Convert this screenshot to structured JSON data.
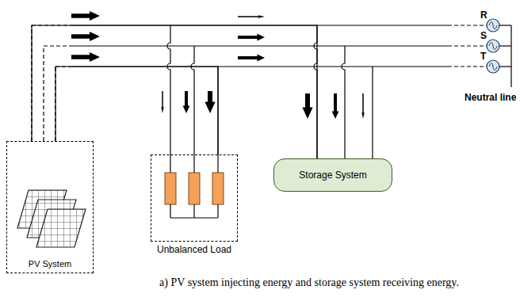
{
  "diagram": {
    "caption": "a) PV system injecting energy and storage system receiving energy.",
    "nodes": [
      {
        "text": [
          "PV System"
        ]
      },
      {
        "text": [
          "Unbalanced Load"
        ]
      },
      {
        "text": [
          "Storage System"
        ]
      }
    ],
    "edges": [
      {
        "from": 0,
        "to": 1,
        "arrow": "none"
      },
      {
        "from": 0,
        "to": 2,
        "arrow": "none"
      }
    ],
    "labels": [
      "R",
      "S",
      "T",
      "Neutral line"
    ]
  }
}
